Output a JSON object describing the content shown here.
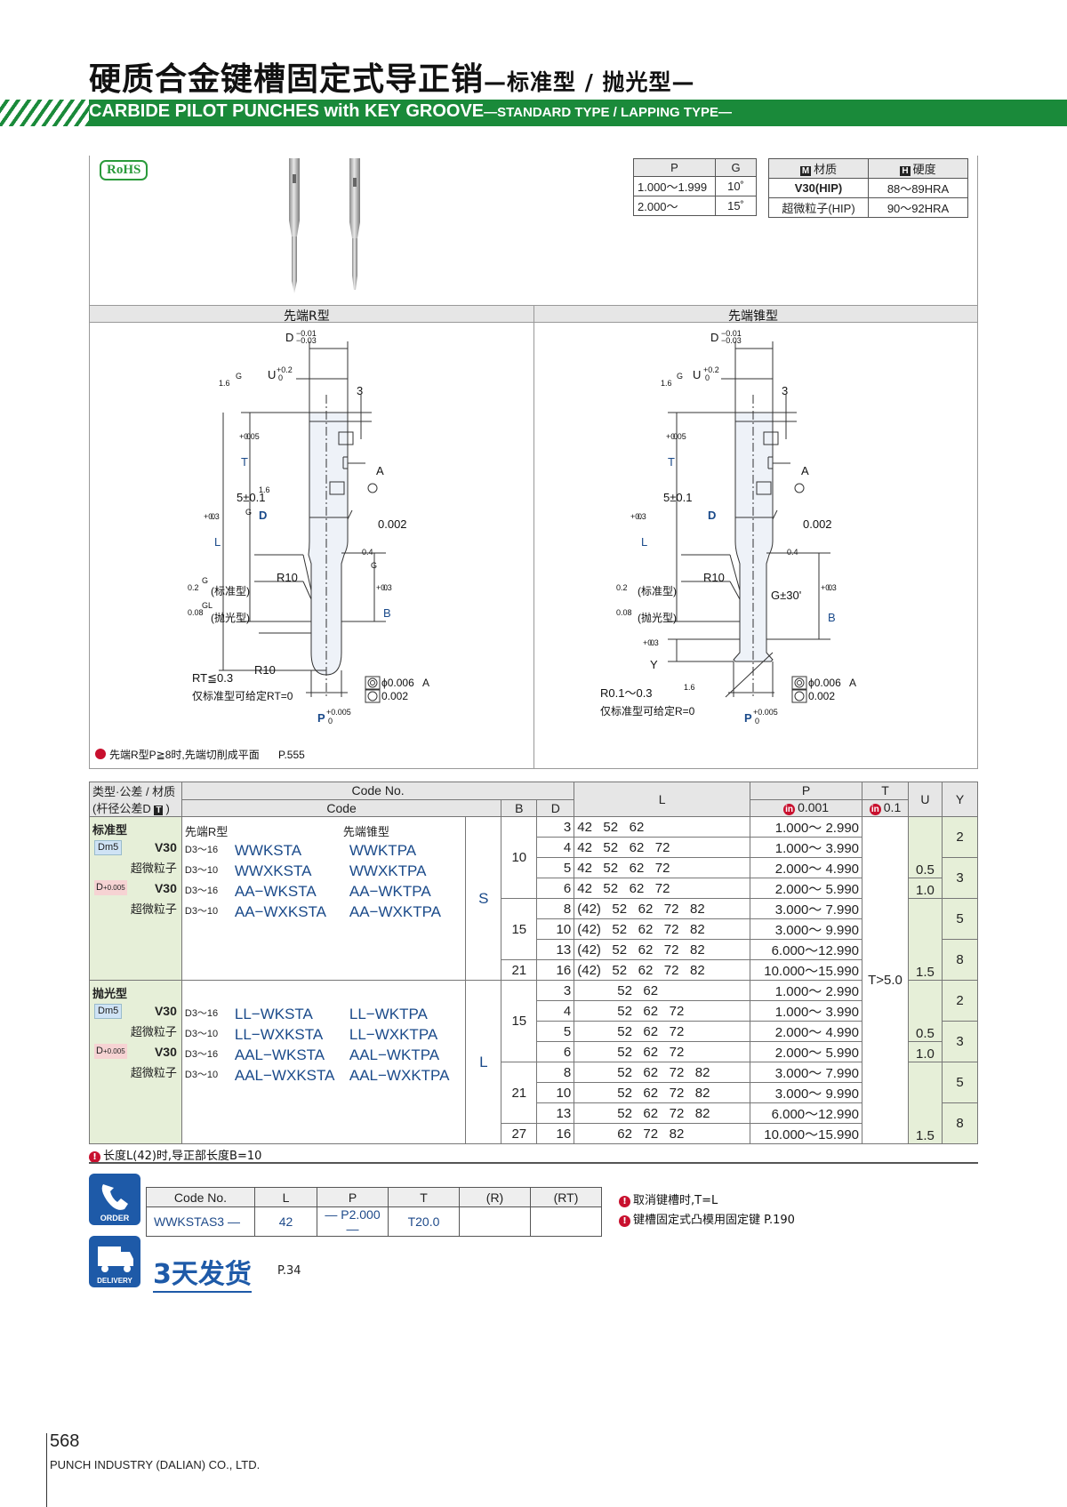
{
  "header": {
    "title_cn": "硬质合金键槽固定式导正销",
    "title_cn_sub": "—标准型 / 抛光型—",
    "title_en": "CARBIDE PILOT PUNCHES with KEY GROOVE",
    "title_en_sub": "—STANDARD TYPE / LAPPING TYPE—"
  },
  "rohs": "RoHS",
  "spec_pg": {
    "headers": [
      "P",
      "G"
    ],
    "rows": [
      [
        "1.000～1.999",
        "10˚"
      ],
      [
        "2.000～",
        "15˚"
      ]
    ]
  },
  "spec_mat": {
    "header_material": "材质",
    "header_hardness": "硬度",
    "icon_m": "M",
    "icon_h": "H",
    "rows": [
      [
        "V30(HIP)",
        "88～89HRA"
      ],
      [
        "超微粒子(HIP)",
        "90～92HRA"
      ]
    ]
  },
  "panels": {
    "left_title": "先端R型",
    "right_title": "先端锥型"
  },
  "drawing": {
    "D": "D",
    "D_tol_up": "−0.01",
    "D_tol_lo": "−0.03",
    "U": "U",
    "U_tol": "+0.2",
    "U_tol_lo": "0",
    "three": "3",
    "T": "T",
    "T_tol": "+0.05",
    "T_tol_lo": "0",
    "five": "5±0.1",
    "L": "L",
    "L_tol": "+0.3",
    "L_tol_lo": "0",
    "A": "A",
    "Dt": "D",
    "tol_002": "0.002",
    "R10": "R10",
    "B": "B",
    "B_tol": "+0.3",
    "B_tol_lo": "0",
    "std": "(标准型)",
    "lap": "(抛光型)",
    "rough02": "0.2",
    "rough008": "0.08",
    "rough16": "1.6",
    "rough04": "0.4",
    "G": "G",
    "GL": "GL",
    "RT": "RT≦0.3",
    "RT_note": "仅标准型可给定RT=0",
    "R10b": "R10",
    "P": "P",
    "P_tol": "+0.005",
    "P_tol_lo": "0",
    "phi006": "ϕ0.006",
    "A2": "A",
    "G30": "G±30'",
    "Y": "Y",
    "Y_tol": "+0.3",
    "Y_tol_lo": "0",
    "R01": "R0.1～0.3",
    "R_note": "仅标准型可给定R=0",
    "left_note": "先端R型P≧8时,先端切削成平面",
    "left_note_ref": "P.555"
  },
  "main_table": {
    "h_type": "类型·公差 / 材质",
    "h_type2": "(杆径公差D",
    "h_code_no": "Code No.",
    "h_code": "Code",
    "h_B": "B",
    "h_D": "D",
    "h_L": "L",
    "h_P": "P",
    "h_P_unit": "0.001",
    "h_T": "T",
    "h_T_unit": "0.1",
    "h_U": "U",
    "h_Y": "Y",
    "type_std": "标准型",
    "type_lap": "抛光型",
    "dm5": "Dm5",
    "d_tol": "D",
    "d_tol_sup": "+0.005",
    "d_tol_sub": "0",
    "v30": "V30",
    "fine": "超微粒子",
    "r_type": "先端R型",
    "t_type": "先端锥型",
    "d316": "D3～16",
    "d310": "D3～10",
    "codes_std": [
      [
        "WWKSTA",
        "WWKTPA"
      ],
      [
        "WWXKSTA",
        "WWXKTPA"
      ],
      [
        "AA−WKSTA",
        "AA−WKTPA"
      ],
      [
        "AA−WXKSTA",
        "AA−WXKTPA"
      ]
    ],
    "codes_lap": [
      [
        "LL−WKSTA",
        "LL−WKTPA"
      ],
      [
        "LL−WXKSTA",
        "LL−WXKTPA"
      ],
      [
        "AAL−WKSTA",
        "AAL−WKTPA"
      ],
      [
        "AAL−WXKSTA",
        "AAL−WXKTPA"
      ]
    ],
    "S": "S",
    "Lsym": "L",
    "T_val": "T>5.0",
    "rows_s": [
      {
        "B": "10",
        "D": "3",
        "L": "42   52   62",
        "P": "1.000～ 2.990",
        "U": "0.5",
        "Y": "2"
      },
      {
        "B": "",
        "D": "4",
        "L": "42   52   62   72",
        "P": "1.000～ 3.990",
        "U": "",
        "Y": ""
      },
      {
        "B": "",
        "D": "5",
        "L": "42   52   62   72",
        "P": "2.000～ 4.990",
        "U": "",
        "Y": "3"
      },
      {
        "B": "",
        "D": "6",
        "L": "42   52   62   72",
        "P": "2.000～ 5.990",
        "U": "1.0",
        "Y": ""
      },
      {
        "B": "15",
        "D": "8",
        "L": "(42)   52   62   72   82",
        "P": "3.000～ 7.990",
        "U": "1.5",
        "Y": "5"
      },
      {
        "B": "",
        "D": "10",
        "L": "(42)   52   62   72   82",
        "P": "3.000～ 9.990",
        "U": "",
        "Y": ""
      },
      {
        "B": "",
        "D": "13",
        "L": "(42)   52   62   72   82",
        "P": "6.000～12.990",
        "U": "",
        "Y": "8"
      },
      {
        "B": "21",
        "D": "16",
        "L": "(42)   52   62   72   82",
        "P": "10.000～15.990",
        "U": "",
        "Y": ""
      }
    ],
    "rows_l": [
      {
        "B": "15",
        "D": "3",
        "L": "52   62",
        "P": "1.000～ 2.990",
        "U": "0.5",
        "Y": "2"
      },
      {
        "B": "",
        "D": "4",
        "L": "52   62   72",
        "P": "1.000～ 3.990",
        "U": "",
        "Y": ""
      },
      {
        "B": "",
        "D": "5",
        "L": "52   62   72",
        "P": "2.000～ 4.990",
        "U": "",
        "Y": "3"
      },
      {
        "B": "",
        "D": "6",
        "L": "52   62   72",
        "P": "2.000～ 5.990",
        "U": "1.0",
        "Y": ""
      },
      {
        "B": "21",
        "D": "8",
        "L": "52   62   72   82",
        "P": "3.000～ 7.990",
        "U": "1.5",
        "Y": "5"
      },
      {
        "B": "",
        "D": "10",
        "L": "52   62   72   82",
        "P": "3.000～ 9.990",
        "U": "",
        "Y": ""
      },
      {
        "B": "",
        "D": "13",
        "L": "52   62   72   82",
        "P": "6.000～12.990",
        "U": "",
        "Y": "8"
      },
      {
        "B": "27",
        "D": "16",
        "L": "62   72   82",
        "P": "10.000～15.990",
        "U": "",
        "Y": ""
      }
    ],
    "note": "长度L(42)时,导正部长度B=10"
  },
  "order": {
    "icon_label": "ORDER",
    "headers": [
      "Code No.",
      "L",
      "P",
      "T",
      "(R)",
      "(RT)"
    ],
    "values": [
      "WWKSTAS3  —",
      "42",
      "— P2.000 —",
      "T20.0",
      "",
      ""
    ],
    "note1": "取消键槽时,T=L",
    "note2": "键槽固定式凸模用固定键",
    "note2_ref": "P.190"
  },
  "delivery": {
    "icon_label": "DELIVERY",
    "text": "3天发货",
    "ref": "P.34"
  },
  "footer": {
    "page": "568",
    "company": "PUNCH INDUSTRY (DALIAN) CO., LTD."
  }
}
